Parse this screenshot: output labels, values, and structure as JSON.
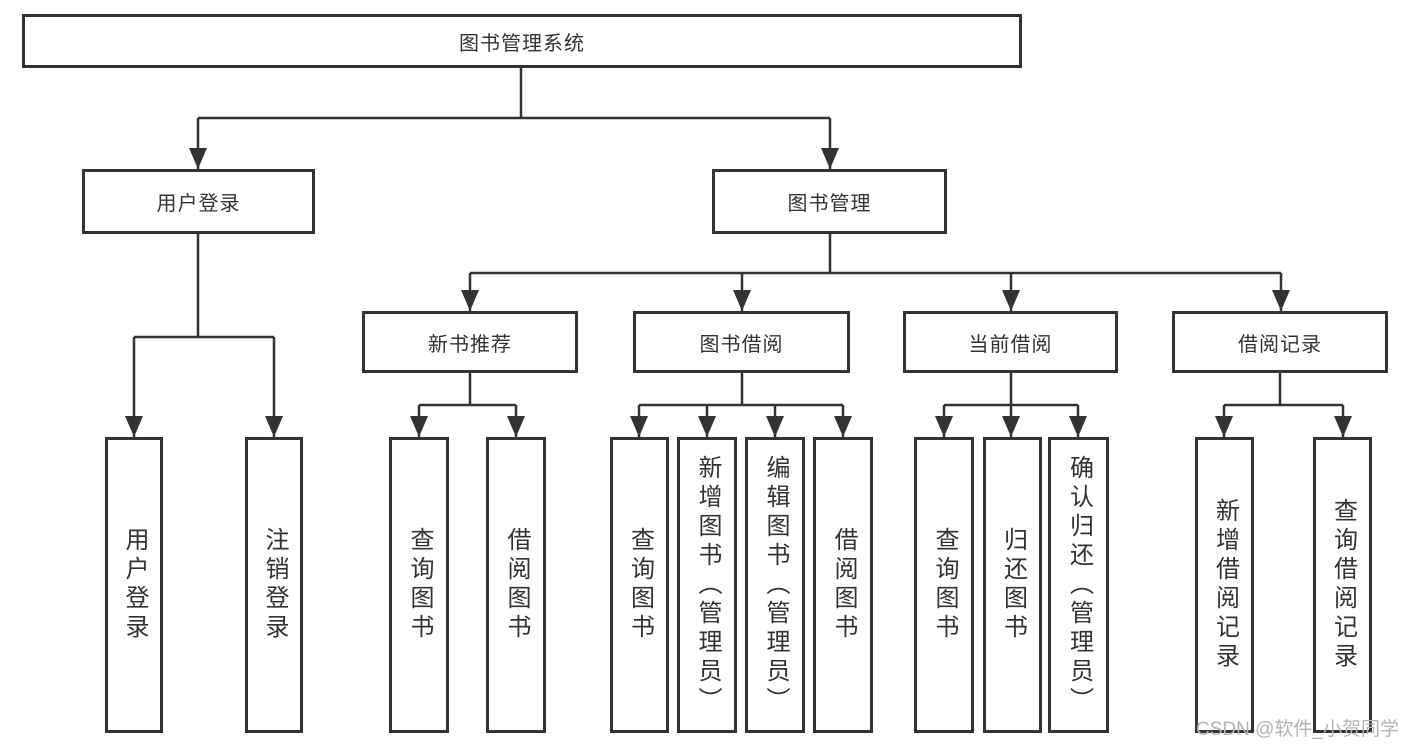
{
  "nodes": {
    "root": "图书管理系统",
    "user_login_branch": "用户登录",
    "book_management": "图书管理",
    "new_book_recommend": "新书推荐",
    "book_borrow": "图书借阅",
    "current_borrow": "当前借阅",
    "borrow_records": "借阅记录",
    "leaf_user_login": "用户登录",
    "leaf_logout": "注销登录",
    "leaf_nb_query_books": "查询图书",
    "leaf_nb_borrow_books": "借阅图书",
    "leaf_bw_query_books": "查询图书",
    "leaf_bw_add_books_admin": "新增图书（管理员）",
    "leaf_bw_edit_books_admin": "编辑图书（管理员）",
    "leaf_bw_borrow_books": "借阅图书",
    "leaf_cur_query_books": "查询图书",
    "leaf_cur_return_books": "归还图书",
    "leaf_cur_confirm_return_admin": "确认归还（管理员）",
    "leaf_rec_add_record": "新增借阅记录",
    "leaf_rec_query_record": "查询借阅记录"
  },
  "watermark": "CSDN @软件_小贺同学",
  "colors": {
    "line": "#333333",
    "text": "#333333",
    "watermark": "#b3b3b3",
    "background": "#ffffff"
  }
}
